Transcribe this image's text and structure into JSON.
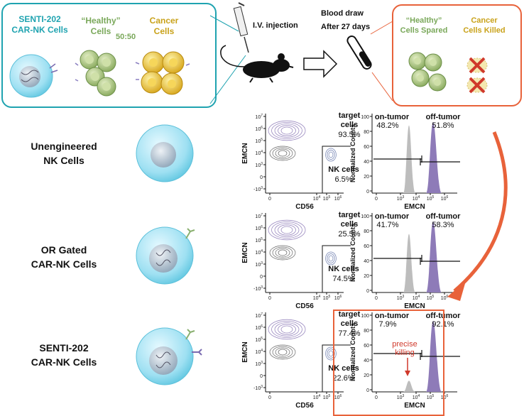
{
  "top": {
    "setup_title_line1": "SENTI-202",
    "setup_title_line2": "CAR-NK Cells",
    "healthy_label_line1": "“Healthy”",
    "healthy_label_line2": "Cells",
    "ratio_label": "50:50",
    "cancer_label_line1": "Cancer",
    "cancer_label_line2": "Cells",
    "injection_label": "I.V. injection",
    "blood_draw_line1": "Blood draw",
    "blood_draw_line2": "After 27 days",
    "result_healthy_line1": "“Healthy”",
    "result_healthy_line2": "Cells Spared",
    "result_cancer_line1": "Cancer",
    "result_cancer_line2": "Cells Killed"
  },
  "rows": [
    {
      "label_line1": "Unengineered",
      "label_line2": "NK Cells",
      "target_pct": "93.5%",
      "nk_pct": "6.5%",
      "on_tumor_pct": "48.2%",
      "off_tumor_pct": "51.8%"
    },
    {
      "label_line1": "OR Gated",
      "label_line2": "CAR-NK Cells",
      "target_pct": "25.5%",
      "nk_pct": "74.5%",
      "on_tumor_pct": "41.7%",
      "off_tumor_pct": "58.3%"
    },
    {
      "label_line1": "SENTI-202",
      "label_line2": "CAR-NK Cells",
      "target_pct": "77.4%",
      "nk_pct": "22.6%",
      "on_tumor_pct": "7.9%",
      "off_tumor_pct": "92.1%",
      "annotation_line1": "precise",
      "annotation_line2": "killing"
    }
  ],
  "flow": {
    "target_label_line1": "target",
    "target_label_line2": "cells",
    "nk_label": "NK cells",
    "x_axis": "CD56",
    "y_axis": "EMCN",
    "y_ticks": [
      "10^7",
      "10^6",
      "10^5",
      "10^4",
      "10^3",
      "0",
      "-10^3"
    ],
    "x_ticks": [
      "0",
      "10^4",
      "10^5",
      "10^6"
    ]
  },
  "hist": {
    "on_tumor_label": "on-tumor",
    "off_tumor_label": "off-tumor",
    "x_axis": "EMCN",
    "y_axis": "Normalized Counts",
    "y_ticks": [
      "100",
      "80",
      "60",
      "40",
      "20",
      "0"
    ],
    "x_ticks": [
      "0",
      "10^3",
      "10^4",
      "10^5",
      "10^6"
    ]
  },
  "colors": {
    "teal": "#1fa3b0",
    "green_text": "#7aa85a",
    "gold_text": "#c9a21a",
    "orange": "#e8623a",
    "purple": "#8e7bb8",
    "grey": "#bdbdbd",
    "red_text": "#d0392b"
  }
}
